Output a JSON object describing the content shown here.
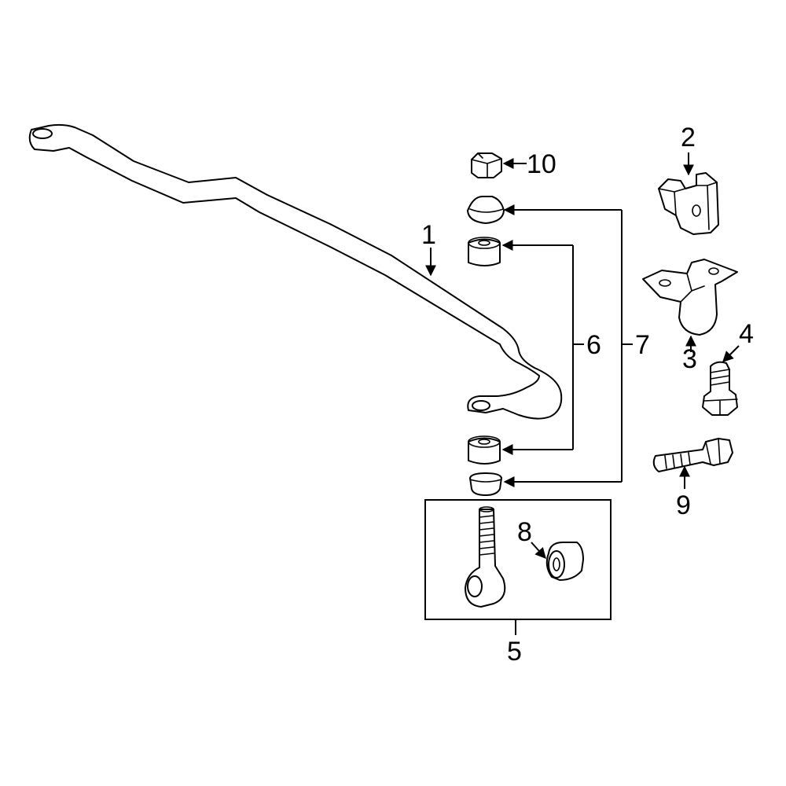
{
  "diagram": {
    "highlight_color": "#3355cc",
    "callouts": {
      "c1": "1",
      "c2": "2",
      "c3": "3",
      "c4": "4",
      "c5": "5",
      "c6": "6",
      "c7": "7",
      "c8": "8",
      "c9": "9",
      "c10": "10"
    }
  }
}
